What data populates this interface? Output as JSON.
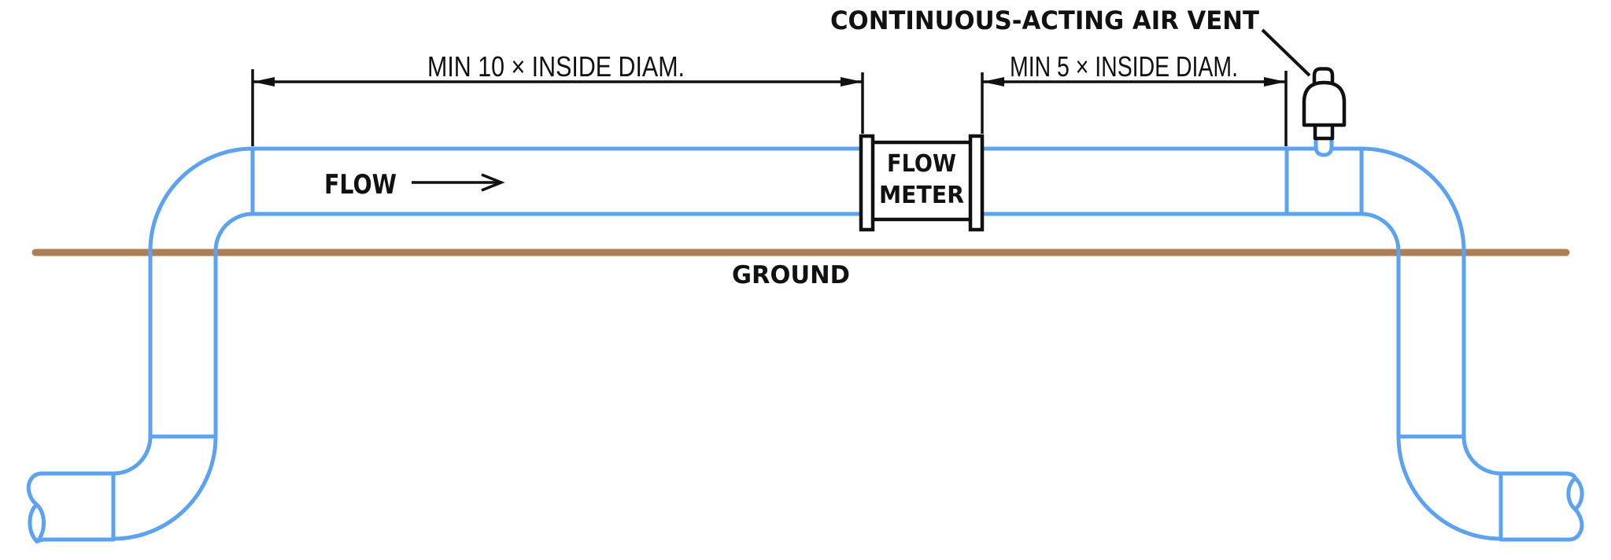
{
  "diagram": {
    "title": "CONTINUOUS-ACTING AIR VENT",
    "dimensions": {
      "upstream": "MIN 10 × INSIDE DIAM.",
      "downstream": "MIN 5 × INSIDE DIAM."
    },
    "flow_label": "FLOW",
    "flow_meter": {
      "line1": "FLOW",
      "line2": "METER"
    },
    "ground_label": "GROUND",
    "colors": {
      "pipe": "#5BA2F0",
      "ground": "#AE7E55",
      "ink": "#111111"
    }
  }
}
